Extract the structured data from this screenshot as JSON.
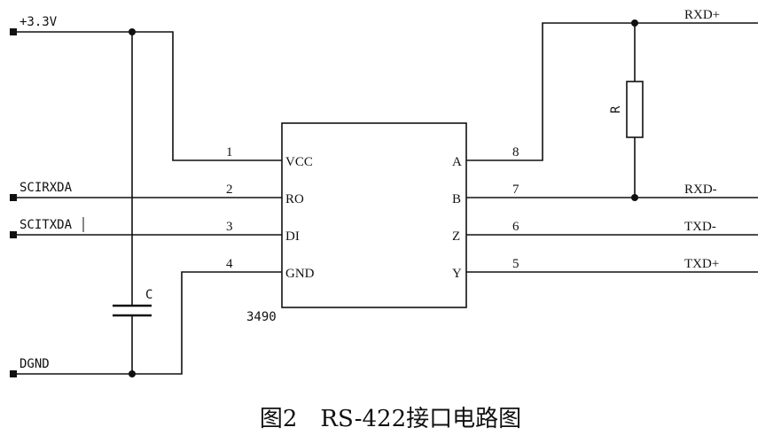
{
  "rails": {
    "vcc": "+3.3V",
    "gnd": "DGND"
  },
  "signals": {
    "rx_in": "SCIRXDA",
    "tx_in": "SCITXDA"
  },
  "ic": {
    "part": "3490",
    "pins_left": [
      {
        "num": "1",
        "name": "VCC"
      },
      {
        "num": "2",
        "name": "RO"
      },
      {
        "num": "3",
        "name": "DI"
      },
      {
        "num": "4",
        "name": "GND"
      }
    ],
    "pins_right": [
      {
        "num": "8",
        "name": "A"
      },
      {
        "num": "7",
        "name": "B"
      },
      {
        "num": "6",
        "name": "Z"
      },
      {
        "num": "5",
        "name": "Y"
      }
    ]
  },
  "components": {
    "capacitor": "C",
    "resistor": "R"
  },
  "outputs": {
    "rxd_plus": "RXD+",
    "rxd_minus": "RXD-",
    "txd_minus": "TXD-",
    "txd_plus": "TXD+"
  },
  "caption": "图2　RS-422接口电路图"
}
